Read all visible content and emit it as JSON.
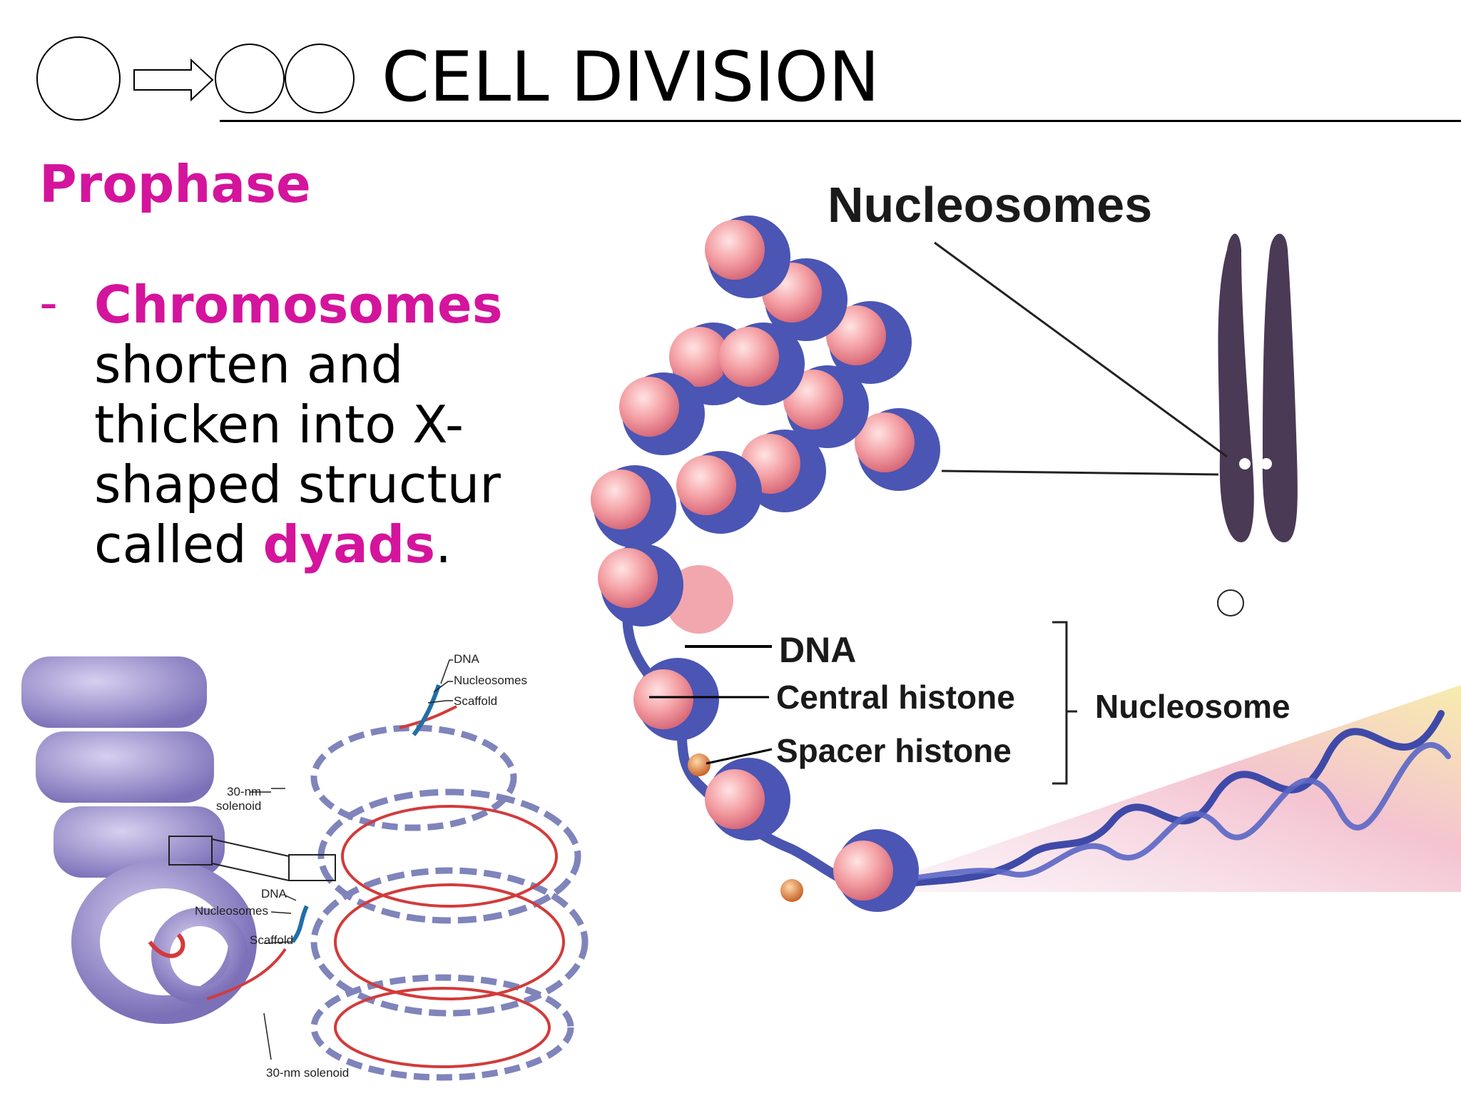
{
  "header": {
    "title": "CELL DIVISION"
  },
  "slide": {
    "heading": "Prophase",
    "bullet": {
      "dash": "-",
      "term": "Chromosomes",
      "line1": "shorten and",
      "line2": "thicken into X-",
      "line3": "shaped structure",
      "line4_pre": "called ",
      "dyads": "dyads",
      "line4_post": "."
    }
  },
  "figure_right": {
    "title": "Nucleosomes",
    "labels": {
      "dna": "DNA",
      "central": "Central histone",
      "spacer": "Spacer histone",
      "nucleosome": "Nucleosome"
    }
  },
  "figure_left": {
    "labels": {
      "dna_top": "DNA",
      "nucleosomes_top": "Nucleosomes",
      "scaffold_top": "Scaffold",
      "solenoid_top_a": "30-nm",
      "solenoid_top_b": "solenoid",
      "dna_mid": "DNA",
      "nucleosomes_mid": "Nucleosomes",
      "scaffold_mid": "Scaffold",
      "solenoid_bottom": "30-nm solenoid"
    }
  },
  "colors": {
    "accent": "#d4149c",
    "histone": "#f08a8a",
    "dna_strand": "#4a55b0",
    "chromatin": "#8d8dc4",
    "scaffold": "#d23b3b"
  }
}
